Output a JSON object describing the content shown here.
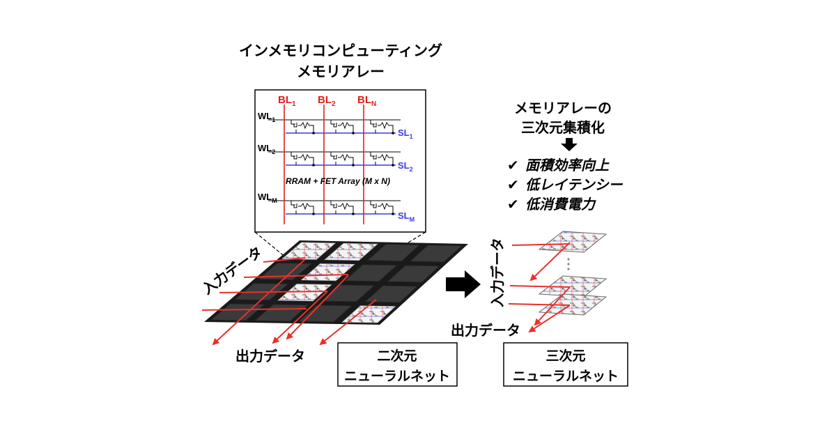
{
  "memory_array": {
    "title_line1": "インメモリコンピューティング",
    "title_line2": "メモリアレー",
    "bitlines": [
      {
        "base": "BL",
        "sub": "1"
      },
      {
        "base": "BL",
        "sub": "2"
      },
      {
        "base": "BL",
        "sub": "N"
      }
    ],
    "wordlines": [
      {
        "base": "WL",
        "sub": "1"
      },
      {
        "base": "WL",
        "sub": "2"
      },
      {
        "base": "WL",
        "sub": "M"
      }
    ],
    "sourcelines": [
      {
        "base": "SL",
        "sub": "1"
      },
      {
        "base": "SL",
        "sub": "2"
      },
      {
        "base": "SL",
        "sub": "M"
      }
    ],
    "array_caption": "RRAM + FET Array (M x N)"
  },
  "integration": {
    "heading_line1": "メモリアレーの",
    "heading_line2": "三次元集積化",
    "check_mark": "✔",
    "benefits": [
      "面積効率向上",
      "低レイテンシー",
      "低消費電力"
    ]
  },
  "labels": {
    "input_2d": "入力データ",
    "output_2d": "出力データ",
    "input_3d": "入力データ",
    "output_3d": "出力データ"
  },
  "boxes": {
    "net_2d_line1": "二次元",
    "net_2d_line2": "ニューラルネット",
    "net_3d_line1": "三次元",
    "net_3d_line2": "ニューラルネット"
  },
  "colors": {
    "bitline": "#e0201b",
    "sourceline": "#3a3adf",
    "arrow": "#e8312c",
    "tile_dark": "#3a3a3a",
    "chip_base": "#1a1a1a"
  }
}
